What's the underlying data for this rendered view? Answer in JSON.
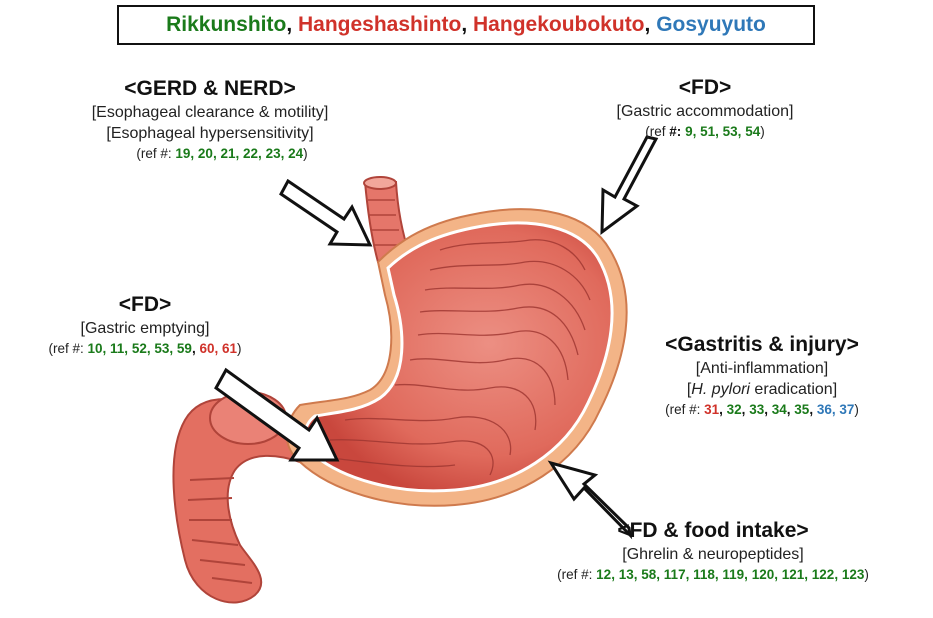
{
  "legend": [
    {
      "text": "Rikkunshito",
      "color": "green"
    },
    {
      "text": ", ",
      "color": "black"
    },
    {
      "text": "Hangeshashinto",
      "color": "red"
    },
    {
      "text": ", ",
      "color": "black"
    },
    {
      "text": "Hangekoubokuto",
      "color": "red"
    },
    {
      "text": ", ",
      "color": "black"
    },
    {
      "text": "Gosyuyuto",
      "color": "blue"
    }
  ],
  "blocks": {
    "gerd": {
      "title": "<GERD & NERD>",
      "lines": [
        "[Esophageal clearance & motility]",
        "[Esophageal hypersensitivity]"
      ],
      "ref_prefix": "(ref #: ",
      "refs": [
        {
          "text": "19",
          "color": "green"
        },
        {
          "text": ", ",
          "color": "green"
        },
        {
          "text": "20",
          "color": "green"
        },
        {
          "text": ", ",
          "color": "green"
        },
        {
          "text": "21",
          "color": "green"
        },
        {
          "text": ", ",
          "color": "green"
        },
        {
          "text": "22",
          "color": "green"
        },
        {
          "text": ", ",
          "color": "green"
        },
        {
          "text": "23",
          "color": "green"
        },
        {
          "text": ", ",
          "color": "green"
        },
        {
          "text": "24",
          "color": "green"
        }
      ],
      "ref_suffix": ")"
    },
    "fd_accommodation": {
      "title": "<FD>",
      "lines": [
        "[Gastric accommodation]"
      ],
      "ref_prefix": "(ref ",
      "refs": [
        {
          "text": "#: ",
          "color": "black"
        },
        {
          "text": "9",
          "color": "green"
        },
        {
          "text": ", ",
          "color": "green"
        },
        {
          "text": "51",
          "color": "green"
        },
        {
          "text": ", ",
          "color": "green"
        },
        {
          "text": "53",
          "color": "green"
        },
        {
          "text": ", ",
          "color": "green"
        },
        {
          "text": "54",
          "color": "green"
        }
      ],
      "ref_suffix": ")"
    },
    "fd_emptying": {
      "title": "<FD>",
      "lines": [
        "[Gastric emptying]"
      ],
      "ref_prefix": "(ref #: ",
      "refs": [
        {
          "text": "10",
          "color": "green"
        },
        {
          "text": ", ",
          "color": "green"
        },
        {
          "text": "11",
          "color": "green"
        },
        {
          "text": ", ",
          "color": "green"
        },
        {
          "text": "52",
          "color": "green"
        },
        {
          "text": ", ",
          "color": "green"
        },
        {
          "text": "53",
          "color": "green"
        },
        {
          "text": ", ",
          "color": "green"
        },
        {
          "text": "59",
          "color": "green"
        },
        {
          "text": ", ",
          "color": "black"
        },
        {
          "text": "60",
          "color": "red"
        },
        {
          "text": ", ",
          "color": "red"
        },
        {
          "text": "61",
          "color": "red"
        }
      ],
      "ref_suffix": ")"
    },
    "gastritis": {
      "title": "<Gastritis & injury>",
      "line1": "[Anti-inflammation]",
      "line2_open": "[",
      "line2_italic": "H. pylori",
      "line2_rest": " eradication]",
      "ref_prefix": "(ref #: ",
      "refs": [
        {
          "text": "31",
          "color": "red"
        },
        {
          "text": ", ",
          "color": "black"
        },
        {
          "text": "32",
          "color": "green"
        },
        {
          "text": ", ",
          "color": "black"
        },
        {
          "text": "33",
          "color": "green"
        },
        {
          "text": ", ",
          "color": "black"
        },
        {
          "text": "34",
          "color": "green"
        },
        {
          "text": ", ",
          "color": "black"
        },
        {
          "text": "35",
          "color": "green"
        },
        {
          "text": ", ",
          "color": "black"
        },
        {
          "text": "36",
          "color": "blue"
        },
        {
          "text": ", ",
          "color": "blue"
        },
        {
          "text": "37",
          "color": "blue"
        }
      ],
      "ref_suffix": ")"
    },
    "food_intake": {
      "title": "<FD & food intake>",
      "lines": [
        "[Ghrelin & neuropeptides]"
      ],
      "ref_prefix": "(ref #: ",
      "refs": [
        {
          "text": "12",
          "color": "green"
        },
        {
          "text": ", ",
          "color": "green"
        },
        {
          "text": "13",
          "color": "green"
        },
        {
          "text": ", ",
          "color": "green"
        },
        {
          "text": "58",
          "color": "green"
        },
        {
          "text": ", ",
          "color": "green"
        },
        {
          "text": "117",
          "color": "green"
        },
        {
          "text": ", ",
          "color": "green"
        },
        {
          "text": "118",
          "color": "green"
        },
        {
          "text": ", ",
          "color": "green"
        },
        {
          "text": "119",
          "color": "green"
        },
        {
          "text": ", ",
          "color": "green"
        },
        {
          "text": "120",
          "color": "green"
        },
        {
          "text": ", ",
          "color": "green"
        },
        {
          "text": "121",
          "color": "green"
        },
        {
          "text": ", ",
          "color": "green"
        },
        {
          "text": "122",
          "color": "green"
        },
        {
          "text": ", ",
          "color": "green"
        },
        {
          "text": "123",
          "color": "green"
        }
      ],
      "ref_suffix": ")"
    }
  },
  "colors": {
    "green": "#1a7a1a",
    "red": "#d0322a",
    "blue": "#2f78b8",
    "black": "#111111",
    "stomach": "#e87868",
    "stomach_dark": "#c8473d",
    "stomach_edge": "#f0b080"
  },
  "icons": [
    "stomach-illustration",
    "arrow-icon"
  ]
}
